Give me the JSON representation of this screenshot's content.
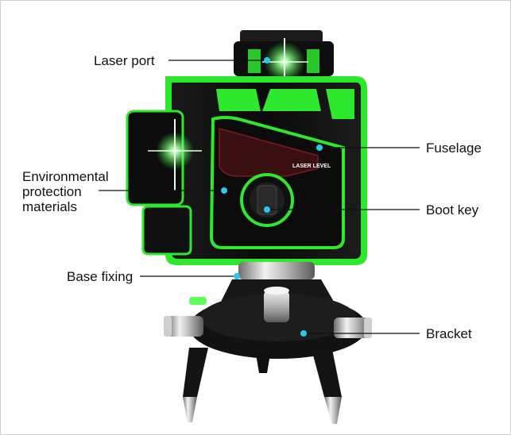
{
  "callouts": {
    "laser_port": "Laser port",
    "fuselage": "Fuselage",
    "environmental_protection": "Environmental protection materials",
    "boot_key": "Boot key",
    "base_fixing": "Base fixing",
    "bracket": "Bracket"
  },
  "device": {
    "panel_text": "LASER LEVEL"
  },
  "colors": {
    "accent_green": "#2ee82e",
    "body_black": "#111111",
    "dot_cyan": "#29c8e6",
    "line_color": "#111111"
  }
}
